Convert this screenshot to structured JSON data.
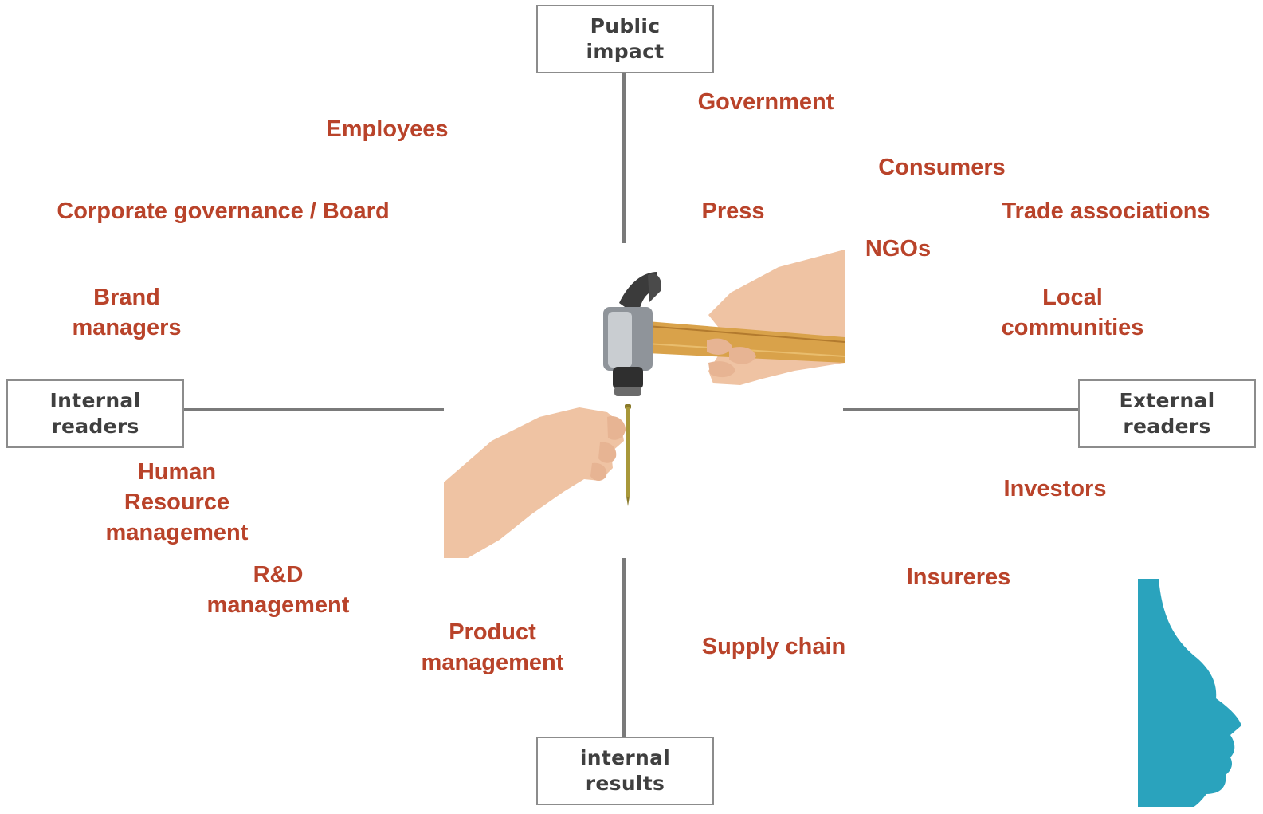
{
  "axes": {
    "top": "Public\nimpact",
    "bottom": "internal\nresults",
    "left": "Internal\nreaders",
    "right": "External\nreaders"
  },
  "stakeholders": {
    "employees": "Employees",
    "corporate_governance": "Corporate governance / Board",
    "brand_managers": "Brand\nmanagers",
    "hr_management": "Human\nResource\nmanagement",
    "rd_management": "R&D\nmanagement",
    "product_management": "Product\nmanagement",
    "government": "Government",
    "consumers": "Consumers",
    "press": "Press",
    "trade_associations": "Trade associations",
    "ngos": "NGOs",
    "local_communities": "Local\ncommunities",
    "investors": "Investors",
    "insurers": "Insureres",
    "supply_chain": "Supply chain"
  },
  "colors": {
    "label": "#b9432a",
    "axis_text": "#3f3f3f",
    "axis_line": "#7a7a7a",
    "logo": "#2aa3bd"
  },
  "icons": {
    "center_image": "hammer-nail-hands-image",
    "corner_logo": "face-profile-logo-icon"
  }
}
